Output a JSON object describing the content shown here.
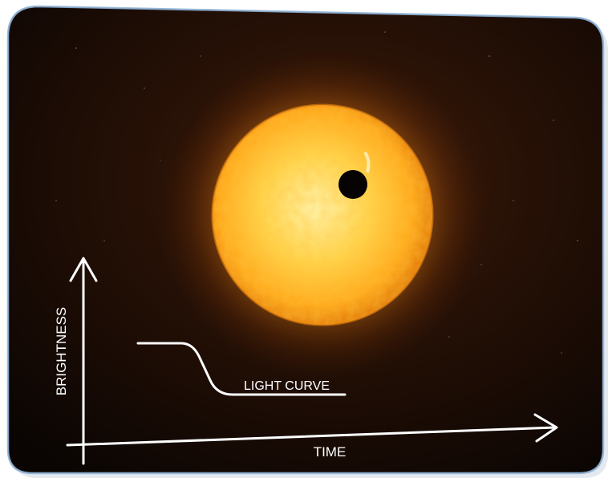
{
  "labels": {
    "y_axis": "BRIGHTNESS",
    "x_axis": "TIME",
    "curve": "LIGHT CURVE"
  },
  "colors": {
    "space": "#0a0503",
    "star_core": "#fff2a8",
    "star_mid": "#ffbb22",
    "star_edge": "#e07a0a",
    "planet": "#080303",
    "annotation_lines": "#ffffff",
    "frame_highlight": "#8fb2d6"
  },
  "icons": [
    "star-icon",
    "planet-icon",
    "arrow-up-icon",
    "arrow-right-icon"
  ]
}
